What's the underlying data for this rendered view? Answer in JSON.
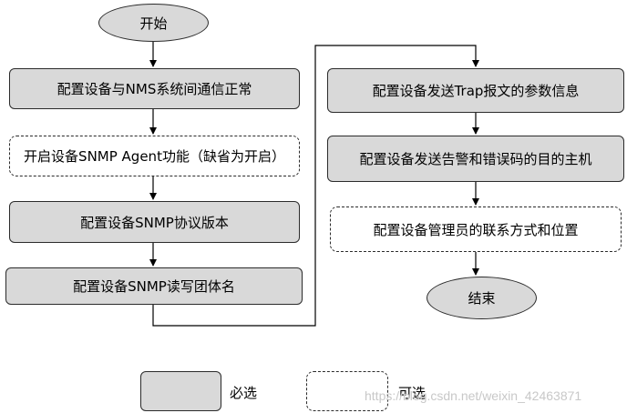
{
  "start": "开始",
  "end": "结束",
  "left_steps": [
    "配置设备与NMS系统间通信正常",
    "开启设备SNMP  Agent功能（缺省为开启）",
    "配置设备SNMP协议版本",
    "配置设备SNMP读写团体名"
  ],
  "right_steps": [
    "配置设备发送Trap报文的参数信息",
    "配置设备发送告警和错误码的目的主机",
    "配置设备管理员的联系方式和位置"
  ],
  "legend": {
    "required": "必选",
    "optional": "可选"
  },
  "watermark": "https://blog.csdn.net/weixin_42463871"
}
